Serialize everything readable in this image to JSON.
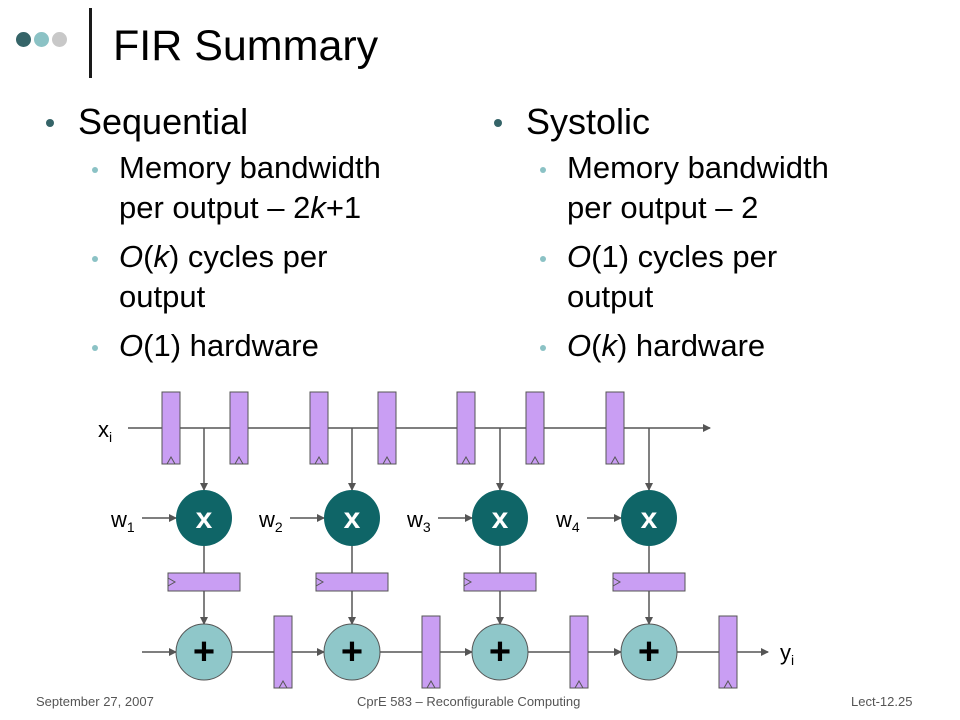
{
  "slide": {
    "title": "FIR Summary",
    "dot_colors": [
      "#356468",
      "#8bc2c5",
      "#c8c8c8"
    ]
  },
  "left_column": {
    "heading": "Sequential",
    "items": [
      [
        "Memory bandwidth",
        "per output – 2k+1"
      ],
      [
        "O(k) cycles per",
        "output"
      ],
      [
        "O(1) hardware"
      ]
    ]
  },
  "right_column": {
    "heading": "Systolic",
    "items": [
      [
        "Memory bandwidth",
        "per output – 2"
      ],
      [
        "O(1) cycles per",
        "output"
      ],
      [
        "O(k) hardware"
      ]
    ]
  },
  "diagram": {
    "input_label": "x",
    "input_subscript": "i",
    "output_label": "y",
    "output_subscript": "i",
    "weight_labels": [
      {
        "base": "w",
        "sub": "1"
      },
      {
        "base": "w",
        "sub": "2"
      },
      {
        "base": "w",
        "sub": "3"
      },
      {
        "base": "w",
        "sub": "4"
      }
    ],
    "multiplier_symbol": "x",
    "adder_symbol": "+",
    "colors": {
      "register_fill": "#c99ef3",
      "multiplier_fill": "#0f6567",
      "adder_fill": "#8fc7c9"
    }
  },
  "footer": {
    "date": "September 27, 2007",
    "course": "CprE 583 – Reconfigurable Computing",
    "page": "Lect-12.25"
  }
}
